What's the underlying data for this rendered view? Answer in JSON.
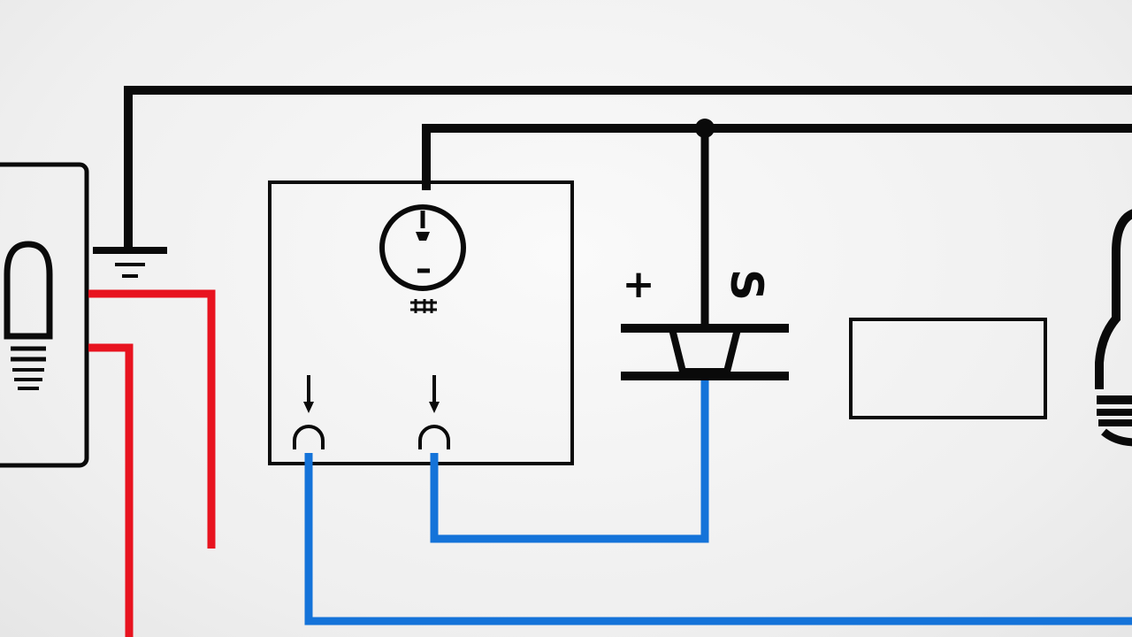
{
  "diagram": {
    "symbols": {
      "plus_sign": "+",
      "s_label": "S"
    },
    "colors": {
      "wire_black": "#0a0a0a",
      "wire_red": "#e8131f",
      "wire_blue": "#1473d9",
      "background": "#f2f2f2"
    },
    "components": [
      {
        "name": "bulb-left",
        "icon": "light-bulb-icon"
      },
      {
        "name": "ground",
        "icon": "ground-symbol-icon"
      },
      {
        "name": "switch-module",
        "icon": "module-box"
      },
      {
        "name": "meter",
        "icon": "meter-circle-icon"
      },
      {
        "name": "contact-pair",
        "icon": "contact-arrow-icon"
      },
      {
        "name": "transistor-capacitor",
        "icon": "capacitor-icon"
      },
      {
        "name": "blank-component",
        "icon": "rectangle-component"
      },
      {
        "name": "bulb-right",
        "icon": "light-bulb-icon"
      }
    ]
  }
}
